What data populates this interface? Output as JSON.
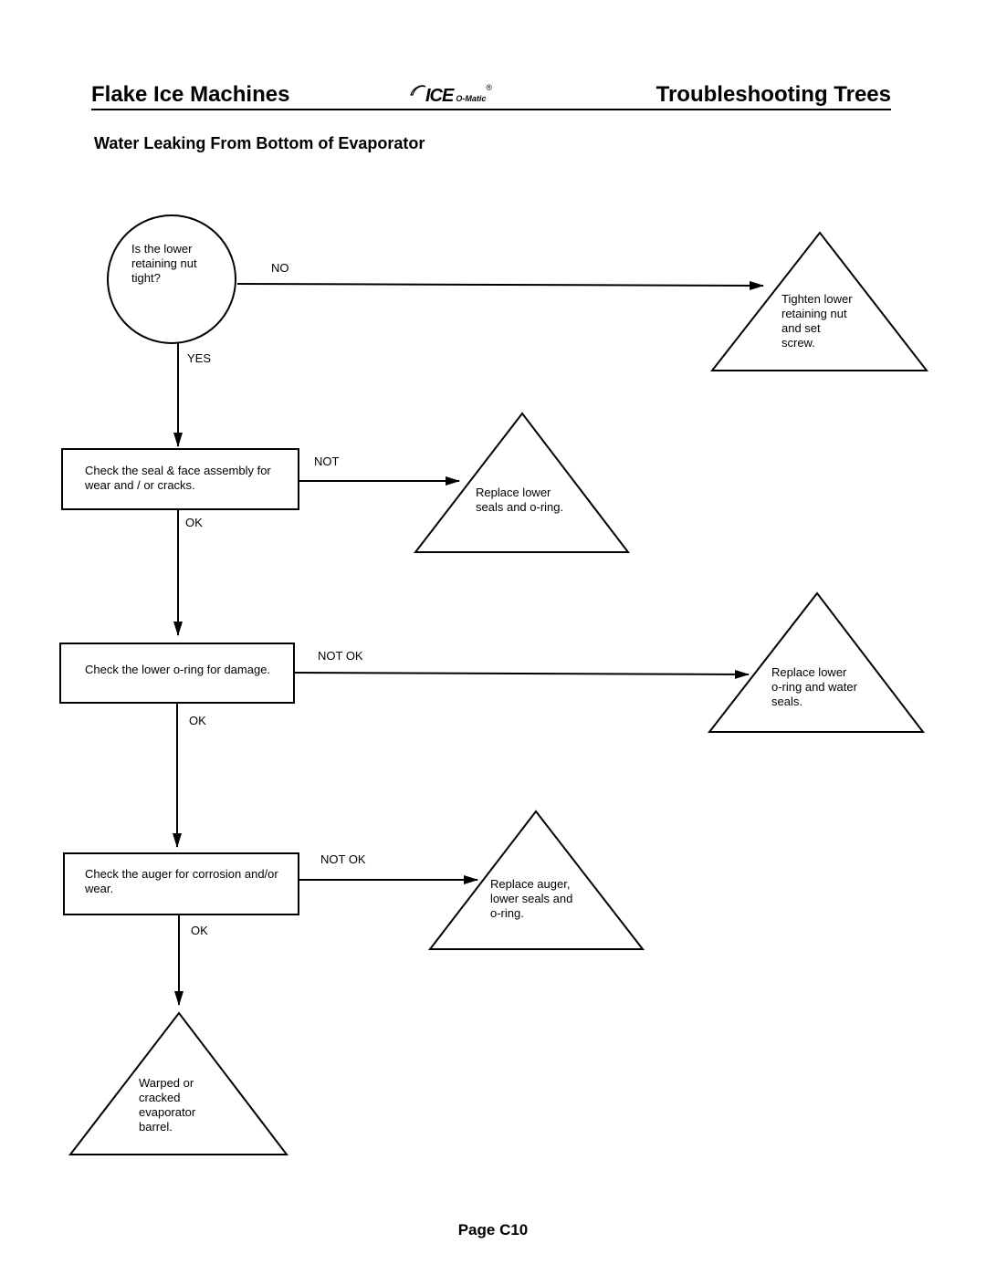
{
  "header": {
    "left_title": "Flake Ice Machines",
    "right_title": "Troubleshooting Trees",
    "logo": {
      "brand": "ICE",
      "suffix": "O-Matic",
      "mark": "®"
    }
  },
  "subtitle": "Water Leaking From Bottom of Evaporator",
  "flowchart": {
    "start": {
      "lines": [
        "Is the lower",
        "retaining nut",
        "tight?"
      ]
    },
    "checks": [
      {
        "lines": [
          "Check the seal & face assembly for",
          "wear and / or cracks."
        ]
      },
      {
        "lines": [
          "Check the lower o-ring for damage."
        ]
      },
      {
        "lines": [
          "Check the auger for corrosion and/or",
          "wear."
        ]
      }
    ],
    "actions": [
      {
        "lines": [
          "Tighten lower",
          "retaining nut",
          "and set",
          "screw."
        ]
      },
      {
        "lines": [
          "Replace lower",
          "seals and o-ring."
        ]
      },
      {
        "lines": [
          "Replace lower",
          "o-ring and water",
          "seals."
        ]
      },
      {
        "lines": [
          "Replace auger,",
          "lower seals and",
          "o-ring."
        ]
      },
      {
        "lines": [
          "Warped or",
          "cracked",
          "evaporator",
          "barrel."
        ]
      }
    ],
    "edge_labels": {
      "start_no": "NO",
      "start_yes": "YES",
      "check1_fail": "NOT",
      "check1_ok": "OK",
      "check2_fail": "NOT OK",
      "check2_ok": "OK",
      "check3_fail": "NOT OK",
      "check3_ok": "OK"
    }
  },
  "footer": {
    "page": "Page C10"
  }
}
